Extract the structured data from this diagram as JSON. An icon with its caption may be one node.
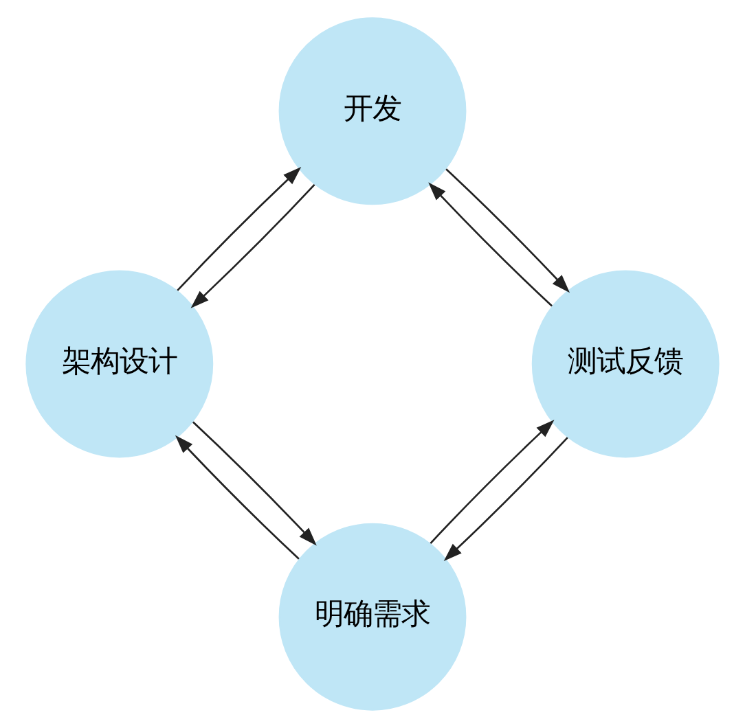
{
  "diagram": {
    "nodes": [
      {
        "text": [
          "明确需求"
        ]
      },
      {
        "text": [
          "架构设计"
        ]
      },
      {
        "text": [
          "开发"
        ]
      },
      {
        "text": [
          "测试反馈"
        ]
      }
    ],
    "edges": [
      {
        "from": 0,
        "to": 1,
        "arrow": "to"
      },
      {
        "from": 1,
        "to": 0,
        "arrow": "to"
      },
      {
        "from": 1,
        "to": 2,
        "arrow": "to"
      },
      {
        "from": 2,
        "to": 1,
        "arrow": "to"
      },
      {
        "from": 2,
        "to": 3,
        "arrow": "to"
      },
      {
        "from": 3,
        "to": 2,
        "arrow": "to"
      },
      {
        "from": 3,
        "to": 0,
        "arrow": "to"
      },
      {
        "from": 0,
        "to": 3,
        "arrow": "to"
      }
    ]
  }
}
